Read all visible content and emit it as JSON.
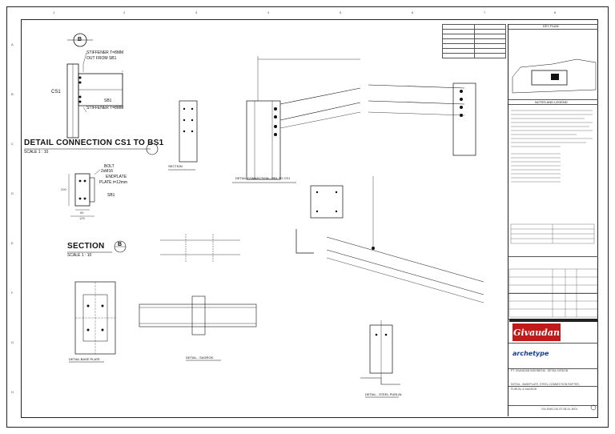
{
  "sheet": {
    "col_numbers": [
      "1",
      "2",
      "3",
      "4",
      "5",
      "6",
      "7",
      "8"
    ],
    "row_letters": [
      "A",
      "B",
      "C",
      "D",
      "E",
      "F",
      "G",
      "H"
    ]
  },
  "detail_a": {
    "marker": "B",
    "note_stiffener_top": "STIFFENER T=8MM",
    "note_out_from": "OUT FROM SB1",
    "member_cs1": "CS1",
    "member_sb1": "SB1",
    "note_stiffener_bottom": "STIFFENER T=8MM",
    "title": "DETAIL CONNECTION  CS1 TO BS1",
    "scale": "SCALE  1 : 10"
  },
  "section_b": {
    "note_bolt": "BOLT",
    "note_bolt_spec": "2xM16",
    "note_endplate": "ENDPLATE",
    "note_plate_thk": "PLATE t=12mm",
    "member_sb1": "SB1",
    "dim_height": "200",
    "dim_width_1": "65",
    "dim_width_2": "125",
    "title": "SECTION",
    "marker": "B",
    "scale": "SCALE  1 : 10"
  },
  "section_small": {
    "title": "SECTION"
  },
  "rb1_detail": {
    "title": "DETAIL CONNECTION - RB1 TO CS1"
  },
  "base_plate": {
    "title": "DETAIL BASE PLATE"
  },
  "sagrod": {
    "title": "DETAIL - SAGROD"
  },
  "purlin": {
    "title": "DETAIL - STEEL PURLIN"
  },
  "key_plan": {
    "title": "KEY PLAN"
  },
  "notes": {
    "title": "NOTES AND LEGEND"
  },
  "title_block": {
    "client_logo": "Givaudan",
    "consultant_logo": "archetype",
    "project": "PT. GIVAUDAN INDONESIA - DETAIL DESIGN",
    "drawing_title_1": "DETAIL - BASEPLATE, STEEL CONNECTION RAFTER,",
    "drawing_title_2": "PURLIN, & SAGROD",
    "drawing_number": "GIV-DWG-DD-ST-08-SL-5001"
  }
}
